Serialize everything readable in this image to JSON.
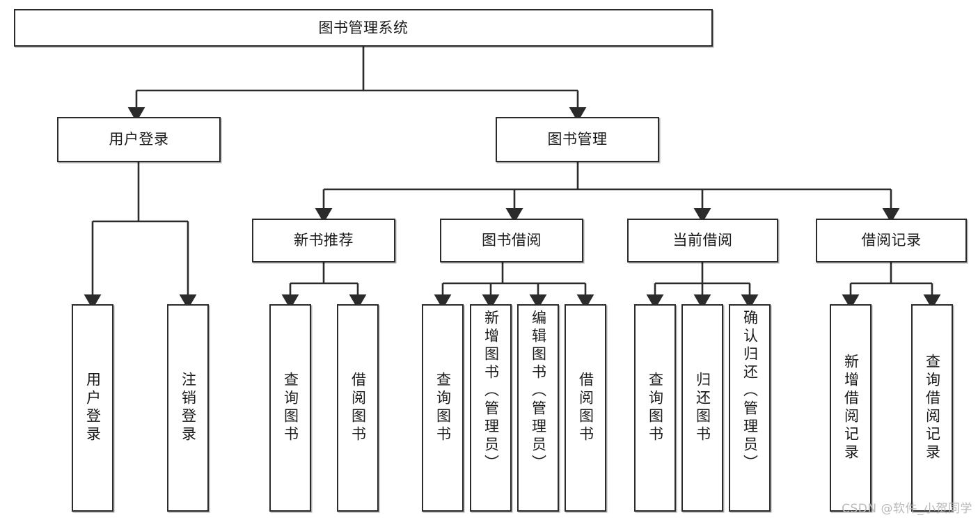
{
  "diagram": {
    "type": "tree-hierarchy",
    "title": "图书管理系统",
    "watermark": "CSDN @软件_小贺同学",
    "colors": {
      "box_border": "#2b2b2b",
      "box_fill": "#ffffff",
      "connector": "#2b2b2b",
      "text": "#1a1a1a",
      "watermark": "#b9b9b9"
    },
    "levels": {
      "root": {
        "label": "图书管理系统"
      },
      "level2": [
        {
          "label": "用户登录"
        },
        {
          "label": "图书管理"
        }
      ],
      "level3": [
        {
          "label": "新书推荐"
        },
        {
          "label": "图书借阅"
        },
        {
          "label": "当前借阅"
        },
        {
          "label": "借阅记录"
        }
      ],
      "leaves": {
        "user_login": [
          {
            "label": "用户登录"
          },
          {
            "label": "注销登录"
          }
        ],
        "new_book_recommend": [
          {
            "label": "查询图书"
          },
          {
            "label": "借阅图书"
          }
        ],
        "book_borrow": [
          {
            "label": "查询图书"
          },
          {
            "label": "新增图书（管理员）"
          },
          {
            "label": "编辑图书（管理员）"
          },
          {
            "label": "借阅图书"
          }
        ],
        "current_borrow": [
          {
            "label": "查询图书"
          },
          {
            "label": "归还图书"
          },
          {
            "label": "确认归还（管理员）"
          }
        ],
        "borrow_record": [
          {
            "label": "新增借阅记录"
          },
          {
            "label": "查询借阅记录"
          }
        ]
      }
    }
  }
}
